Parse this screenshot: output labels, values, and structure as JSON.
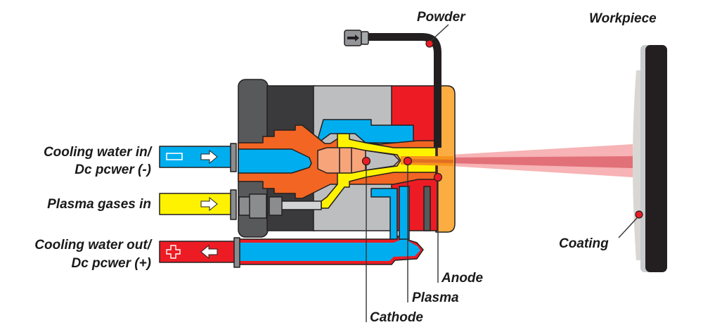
{
  "title": "Plasma spray gun cross-section",
  "labels": {
    "powder": "Powder",
    "workpiece": "Workpiece",
    "cooling_in_line1": "Cooling water in/",
    "cooling_in_line2": "Dc pcwer (-)",
    "plasma_gases_in": "Plasma gases in",
    "cooling_out_line1": "Cooling water out/",
    "cooling_out_line2": "Dc pcwer (+)",
    "coating": "Coating",
    "anode": "Anode",
    "plasma": "Plasma",
    "cathode": "Cathode"
  },
  "symbols": {
    "negative": "−",
    "positive": "+"
  },
  "colors": {
    "water": "#00aeef",
    "gas": "#fff200",
    "hot": "#ed1c24",
    "copper": "#f26522",
    "anode_ring": "#fbad42",
    "cathode": "#f7a47a",
    "housing_dark": "#3a3a3c",
    "housing_light": "#bcbec0",
    "marker": "#ed1c24",
    "spray": "#f4999b",
    "workpiece": "#231f20"
  }
}
